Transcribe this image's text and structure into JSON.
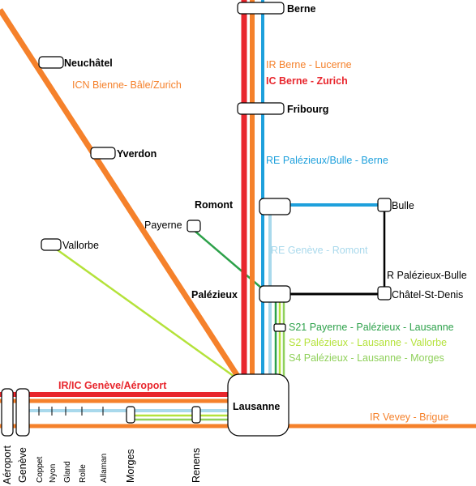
{
  "colors": {
    "ir_orange": "#f5812b",
    "ic_red": "#e8262d",
    "re_blue": "#1ea0dc",
    "re_lightblue": "#a9d9ec",
    "s21_green": "#2da14a",
    "s2_lightgreen": "#b4e23a",
    "s4_green": "#8fd05a",
    "regional_black": "#000000"
  },
  "stations": {
    "berne": "Berne",
    "fribourg": "Fribourg",
    "neuchatel": "Neuchâtel",
    "yverdon": "Yverdon",
    "romont": "Romont",
    "bulle": "Bulle",
    "payerne": "Payerne",
    "vallorbe": "Vallorbe",
    "palezieux": "Palézieux",
    "chatel": "Châtel-St-Denis",
    "lausanne": "Lausanne",
    "aeroport": "Aéroport",
    "geneve": "Genève",
    "coppet": "Coppet",
    "nyon": "Nyon",
    "gland": "Gland",
    "rolle": "Rolle",
    "allaman": "Allaman",
    "morges": "Morges",
    "renens": "Renens"
  },
  "lines": {
    "ir_berne_lucerne": "IR Berne - Lucerne",
    "ic_berne_zurich": "IC Berne - Zurich",
    "icn": "ICN Bienne- Bâle/Zurich",
    "re_palezieux_berne": "RE Palézieux/Bulle - Berne",
    "re_geneve_romont": "RE Genève - Romont",
    "r_palezieux_bulle": "R Palézieux-Bulle",
    "s21": "S21 Payerne - Palézieux - Lausanne",
    "s2": "S2 Palézieux - Lausanne - Vallorbe",
    "s4": "S4 Palézieux - Lausanne - Morges",
    "ir_ic_geneve": "IR/IC Genève/Aéroport",
    "ir_vevey": "IR Vevey - Brigue"
  }
}
